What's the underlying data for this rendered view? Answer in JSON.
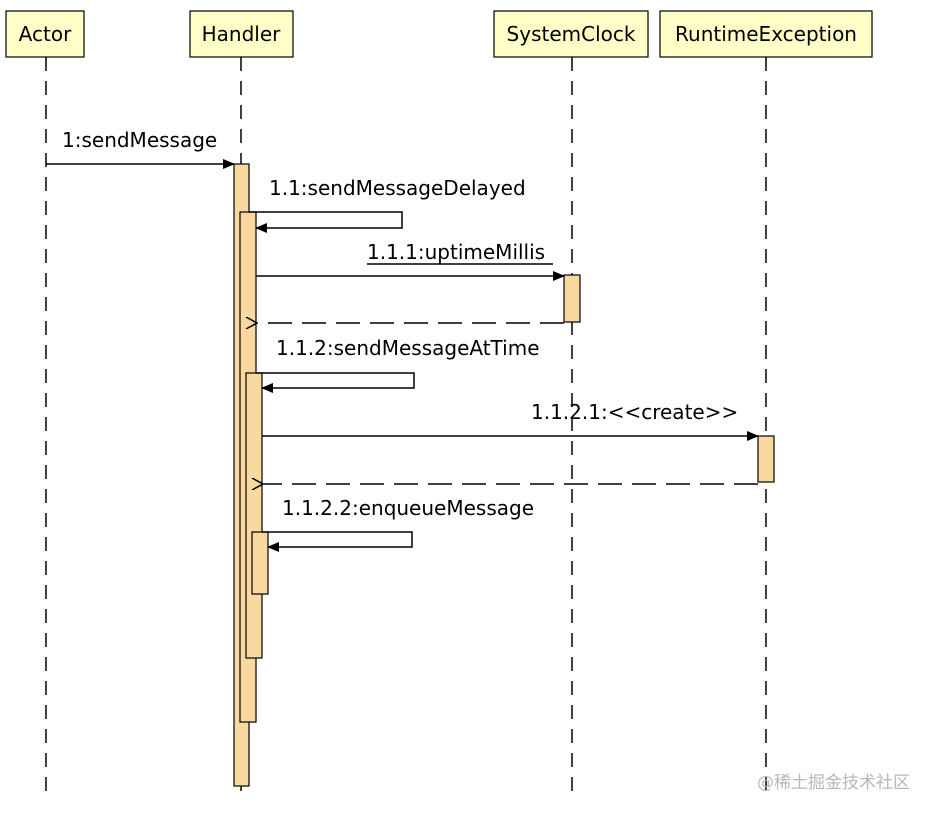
{
  "colors": {
    "box_fill": "#ffffc8",
    "activation_fill": "#fad9a0",
    "line": "#000000"
  },
  "participants": {
    "actor": "Actor",
    "handler": "Handler",
    "systemclock": "SystemClock",
    "runtimeexception": "RuntimeException"
  },
  "messages": {
    "m1": "1:sendMessage",
    "m1_1": "1.1:sendMessageDelayed",
    "m1_1_1": "1.1.1:uptimeMillis",
    "m1_1_2": "1.1.2:sendMessageAtTime",
    "m1_1_2_1": "1.1.2.1:<<create>>",
    "m1_1_2_2": "1.1.2.2:enqueueMessage"
  },
  "watermark": "@稀土掘金技术社区"
}
